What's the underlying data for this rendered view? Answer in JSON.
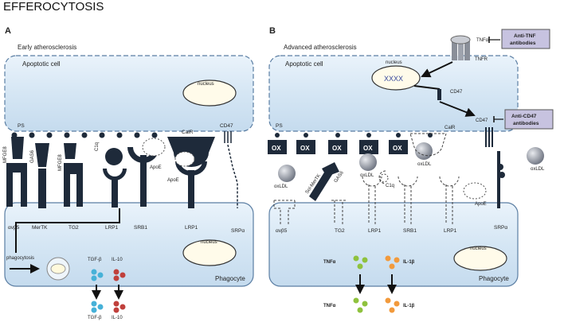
{
  "title": "EFFEROCYTOSIS",
  "panel_a": {
    "letter": "A",
    "stage": "Early atherosclerosis",
    "apoptotic_cell": "Apoptotic cell",
    "nucleus": "nucleus",
    "phagocyte": "Phagocyte",
    "ps": "PS",
    "mfge8": "MFGE8",
    "gas6": "GAS6",
    "c1q": "C1q",
    "apoe": "ApoE",
    "calr": "CalR",
    "cd47": "CD47",
    "avb5": "αvβ5",
    "mertk": "MerTK",
    "tg2": "TG2",
    "lrp1": "LRP1",
    "srb1": "SRB1",
    "srpa": "SRPα",
    "phagocytosis": "phagocytosis",
    "tgfb": "TGF-β",
    "il10": "IL-10"
  },
  "panel_b": {
    "letter": "B",
    "stage": "Advanced atherosclerosis",
    "apoptotic_cell": "Apoptotic cell",
    "nucleus": "nucleus",
    "xxxx": "XXXX",
    "phagocyte": "Phagocyte",
    "ps": "PS",
    "ox": "OX",
    "oxldl": "oxLDL",
    "sol_mertk": "Sol-MerTK",
    "gas6": "GAS6",
    "c1q": "C1q",
    "calr": "CalR",
    "apoe": "ApoE",
    "cd47": "CD47",
    "tnfa": "TNFα",
    "tnfr": "TNFR",
    "anti_tnf": {
      "line1": "Anti-TNF",
      "line2": "antibodies"
    },
    "anti_cd47": {
      "line1": "Anti-CD47",
      "line2": "antibodies"
    },
    "avb5": "αvβ5",
    "tg2": "TG2",
    "lrp1": "LRP1",
    "srb1": "SRB1",
    "srpa": "SRPα",
    "il1b": "IL-1β"
  }
}
